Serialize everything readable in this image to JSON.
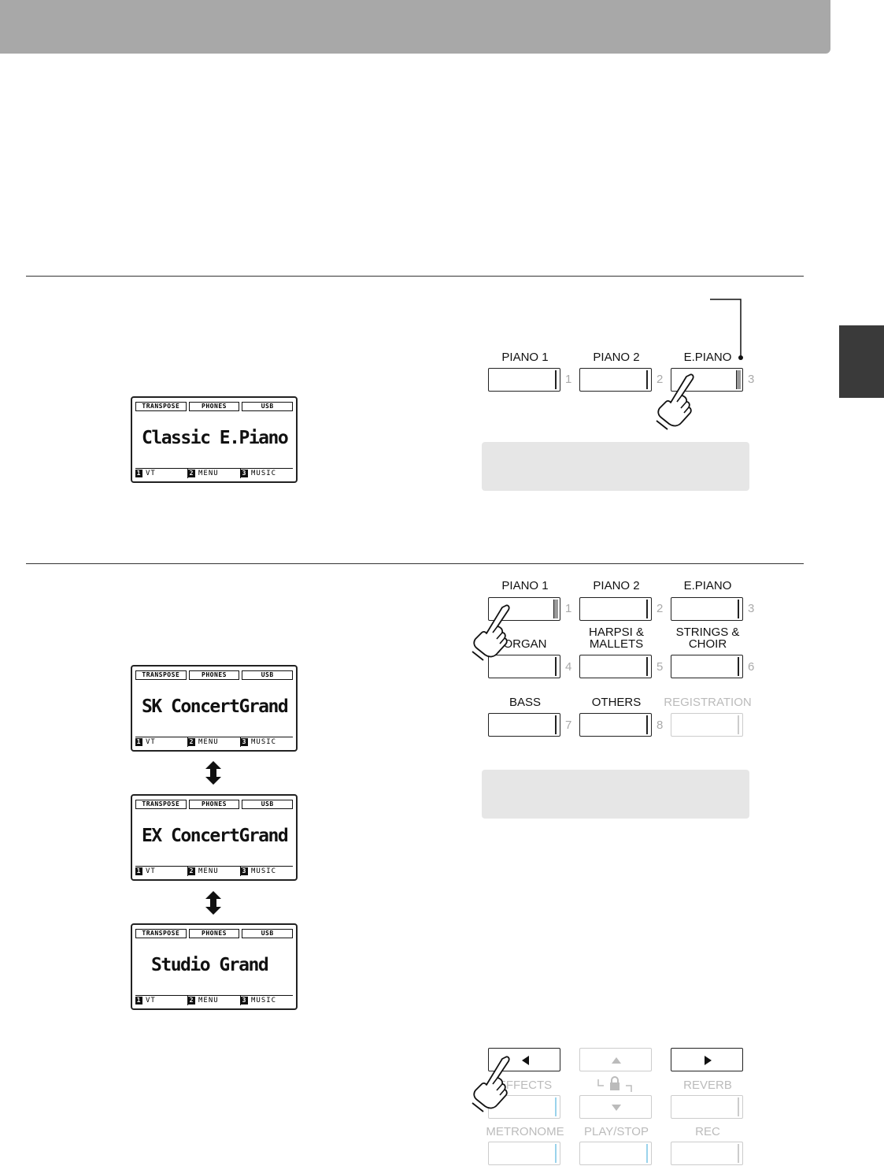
{
  "lcd_displays": [
    {
      "top": [
        "TRANSPOSE",
        "PHONES",
        "USB"
      ],
      "main": "Classic E.Piano",
      "bottom": [
        {
          "n": "1",
          "label": "VT"
        },
        {
          "n": "2",
          "label": "MENU"
        },
        {
          "n": "3",
          "label": "MUSIC"
        }
      ]
    },
    {
      "top": [
        "TRANSPOSE",
        "PHONES",
        "USB"
      ],
      "main": "SK ConcertGrand",
      "bottom": [
        {
          "n": "1",
          "label": "VT"
        },
        {
          "n": "2",
          "label": "MENU"
        },
        {
          "n": "3",
          "label": "MUSIC"
        }
      ]
    },
    {
      "top": [
        "TRANSPOSE",
        "PHONES",
        "USB"
      ],
      "main": "EX ConcertGrand",
      "bottom": [
        {
          "n": "1",
          "label": "VT"
        },
        {
          "n": "2",
          "label": "MENU"
        },
        {
          "n": "3",
          "label": "MUSIC"
        }
      ]
    },
    {
      "top": [
        "TRANSPOSE",
        "PHONES",
        "USB"
      ],
      "main": "Studio Grand",
      "bottom": [
        {
          "n": "1",
          "label": "VT"
        },
        {
          "n": "2",
          "label": "MENU"
        },
        {
          "n": "3",
          "label": "MUSIC"
        }
      ]
    }
  ],
  "panel1": {
    "buttons": [
      {
        "label": "PIANO 1",
        "num": "1"
      },
      {
        "label": "PIANO 2",
        "num": "2"
      },
      {
        "label": "E.PIANO",
        "num": "3"
      }
    ]
  },
  "panel2": {
    "buttons": [
      {
        "label": "PIANO 1",
        "num": "1"
      },
      {
        "label": "PIANO 2",
        "num": "2"
      },
      {
        "label": "E.PIANO",
        "num": "3"
      },
      {
        "label": "ORGAN",
        "num": "4"
      },
      {
        "label": "HARPSI &\nMALLETS",
        "num": "5"
      },
      {
        "label": "STRINGS &\nCHOIR",
        "num": "6"
      },
      {
        "label": "BASS",
        "num": "7"
      },
      {
        "label": "OTHERS",
        "num": "8"
      },
      {
        "label": "REGISTRATION",
        "num": ""
      }
    ]
  },
  "panel3": {
    "labels": [
      "EFFECTS",
      "REVERB",
      "METRONOME",
      "PLAY/STOP",
      "REC"
    ]
  },
  "colors": {
    "header": "#a8a8a8",
    "sidetab": "#3a3a3a",
    "callout": "#e6e6e6",
    "accent_blue": "#9ad3ec"
  }
}
